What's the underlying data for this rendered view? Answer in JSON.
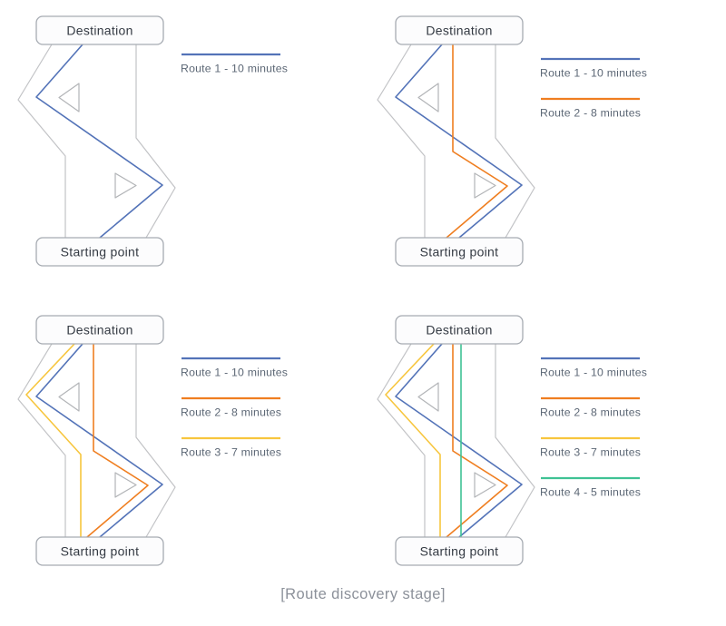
{
  "caption": "[Route discovery stage]",
  "nodes": {
    "destination": "Destination",
    "start": "Starting point"
  },
  "routes": [
    {
      "id": 1,
      "label": "Route 1 - 10 minutes",
      "minutes": 10,
      "color": "#5373B8"
    },
    {
      "id": 2,
      "label": "Route 2 - 8 minutes",
      "minutes": 8,
      "color": "#EF7E20"
    },
    {
      "id": 3,
      "label": "Route 3 - 7 minutes",
      "minutes": 7,
      "color": "#F7C63E"
    },
    {
      "id": 4,
      "label": "Route 4 - 5 minutes",
      "minutes": 5,
      "color": "#3FC294"
    }
  ],
  "panels": [
    {
      "name": "stage-1",
      "visible_routes": [
        1
      ]
    },
    {
      "name": "stage-2",
      "visible_routes": [
        1,
        2
      ]
    },
    {
      "name": "stage-3",
      "visible_routes": [
        1,
        2,
        3
      ]
    },
    {
      "name": "stage-4",
      "visible_routes": [
        1,
        2,
        3,
        4
      ]
    }
  ],
  "colors": {
    "road": "#C2C3C6",
    "road_arrow": "#B2B4B7",
    "node_border": "#A6ABB2",
    "node_fill": "#FCFCFD",
    "node_text": "#343A43",
    "legend_text": "#5C6775",
    "caption_text": "#8C919A",
    "background": "#FFFFFF"
  }
}
